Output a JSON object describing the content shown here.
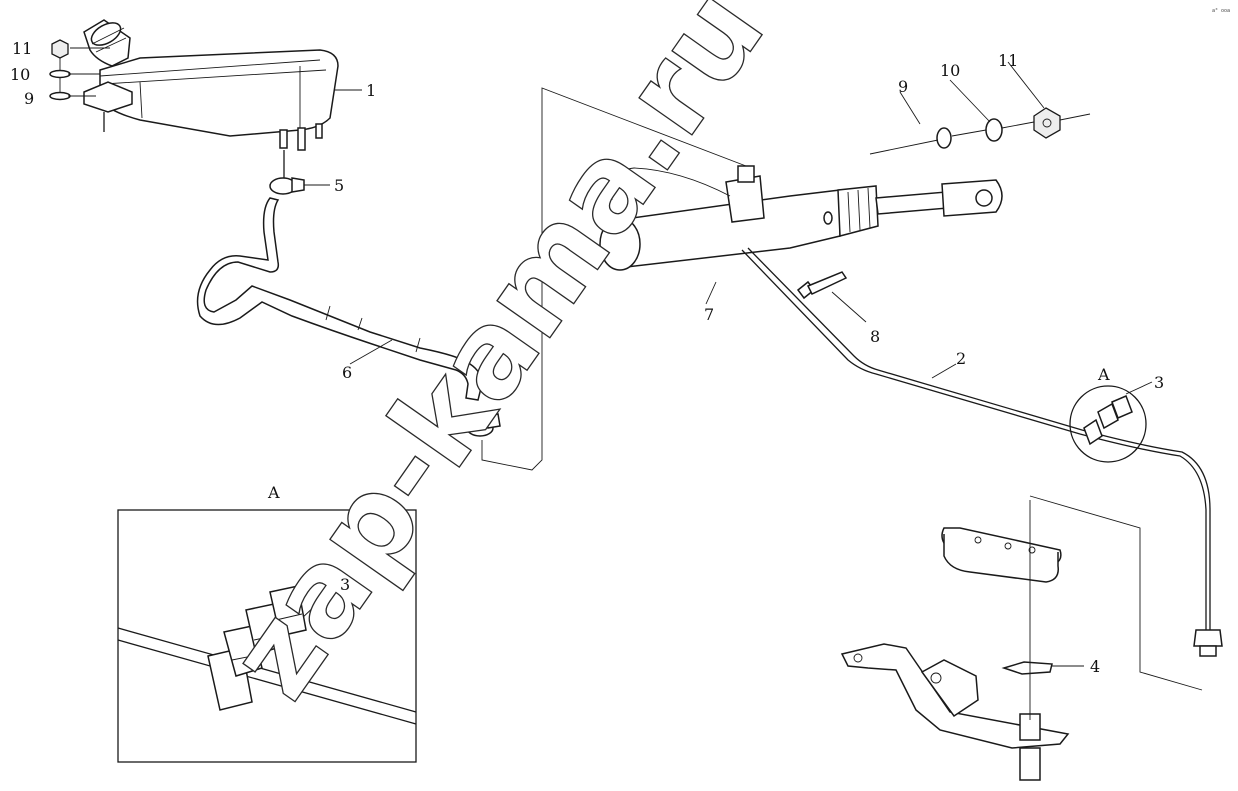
{
  "watermark": "zap-kama.ru",
  "corner_mark": "a⁰ ooa",
  "detail_view_label": "A",
  "callouts": [
    {
      "id": "c11a",
      "text": "11"
    },
    {
      "id": "c10a",
      "text": "10"
    },
    {
      "id": "c9a",
      "text": "9"
    },
    {
      "id": "c1",
      "text": "1"
    },
    {
      "id": "c5",
      "text": "5"
    },
    {
      "id": "c6",
      "text": "6"
    },
    {
      "id": "c9b",
      "text": "9"
    },
    {
      "id": "c10b",
      "text": "10"
    },
    {
      "id": "c11b",
      "text": "11"
    },
    {
      "id": "c7",
      "text": "7"
    },
    {
      "id": "c8",
      "text": "8"
    },
    {
      "id": "c2",
      "text": "2"
    },
    {
      "id": "cA",
      "text": "A"
    },
    {
      "id": "c3a",
      "text": "3"
    },
    {
      "id": "c4",
      "text": "4"
    },
    {
      "id": "c3b",
      "text": "3"
    }
  ]
}
